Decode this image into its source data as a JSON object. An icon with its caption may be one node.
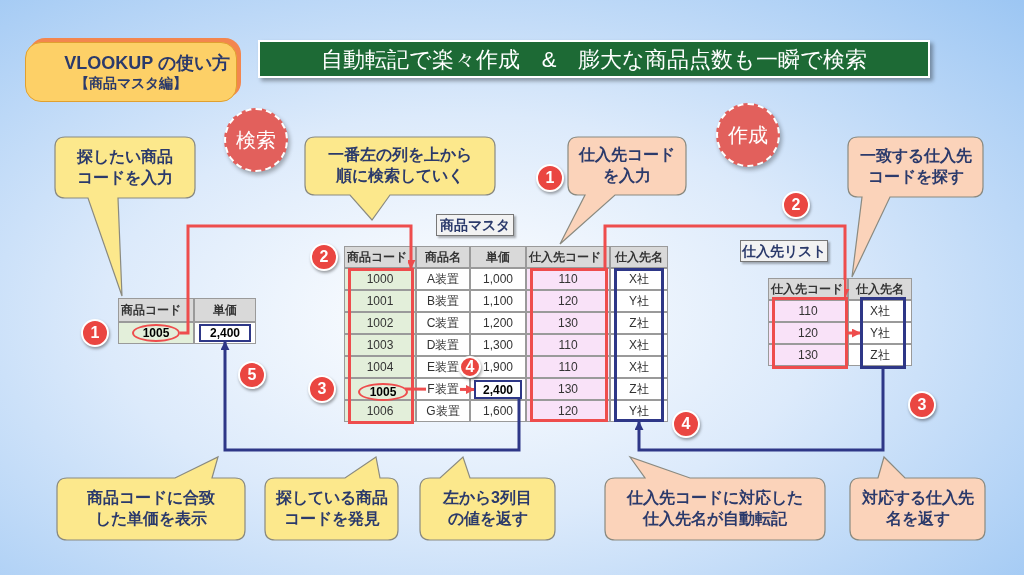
{
  "diagram": {
    "nodes": [
      {
        "text": [
          "VLOOKUP の使い方",
          "【商品マスタ編】"
        ]
      },
      {
        "text": [
          "自動転記で楽々作成　&　膨大な商品点数も一瞬で検索"
        ]
      },
      {
        "text": [
          "検索"
        ]
      },
      {
        "text": [
          "作成"
        ]
      },
      {
        "text": [
          "探したい商品コードを入力"
        ]
      },
      {
        "text": [
          "一番左の列を上から順に検索していく"
        ]
      },
      {
        "text": [
          "仕入先コードを入力"
        ]
      },
      {
        "text": [
          "一致する仕入先コードを探す"
        ]
      },
      {
        "text": [
          "商品マスタ"
        ]
      },
      {
        "text": [
          "仕入先リスト"
        ]
      },
      {
        "text": [
          "1005"
        ]
      },
      {
        "text": [
          "2,400"
        ]
      },
      {
        "text": [],
        "shape": "box"
      },
      {
        "text": [
          "1005"
        ],
        "in": 12
      },
      {
        "text": [
          "2,400"
        ]
      },
      {
        "text": [],
        "shape": "box"
      },
      {
        "text": [],
        "shape": "box"
      },
      {
        "text": [],
        "shape": "box"
      },
      {
        "text": [],
        "shape": "box"
      },
      {
        "text": [
          "商品コードに合致した単価を表示"
        ]
      },
      {
        "text": [
          "探している商品コードを発見"
        ]
      },
      {
        "text": [
          "左から3列目の値を返す"
        ]
      },
      {
        "text": [
          "仕入先コードに対応した仕入先名が自動転記"
        ]
      },
      {
        "text": [
          "対応する仕入先名を返す"
        ]
      }
    ],
    "edges": [
      {
        "from": 10,
        "to": 12,
        "arrow": "to",
        "color": "#ee4d4d"
      },
      {
        "from": 13,
        "to": 14,
        "arrow": "to",
        "color": "#ee4d4d"
      },
      {
        "from": 14,
        "to": 11,
        "arrow": "to",
        "color": "#2e3787"
      },
      {
        "from": 15,
        "to": 17,
        "arrow": "to",
        "color": "#ee4d4d"
      },
      {
        "from": 17,
        "to": 18,
        "arrow": "to",
        "color": "#ee4d4d"
      },
      {
        "from": 18,
        "to": 16,
        "arrow": "to",
        "color": "#2e3787"
      }
    ],
    "labels": [
      "1",
      "2",
      "2",
      "商品コード",
      "単価",
      "商品コード",
      "商品名",
      "単価",
      "仕入先コード",
      "仕入先名",
      "1000",
      "A装置",
      "1,000",
      "110",
      "X社",
      "1001",
      "B装置",
      "1,100",
      "120",
      "Y社",
      "1002",
      "C装置",
      "1,200",
      "130",
      "Z社",
      "1003",
      "D装置",
      "1,300",
      "110",
      "X社",
      "1004",
      "E装置",
      "1,900",
      "110",
      "X社",
      "F装置",
      "130",
      "Z社",
      "1006",
      "G装置",
      "1,600",
      "120",
      "Y社",
      "仕入先コード",
      "仕入先名",
      "110",
      "X社",
      "120",
      "Y社",
      "130",
      "Z社",
      "1",
      "5",
      "3",
      "4",
      "4",
      "3"
    ]
  }
}
